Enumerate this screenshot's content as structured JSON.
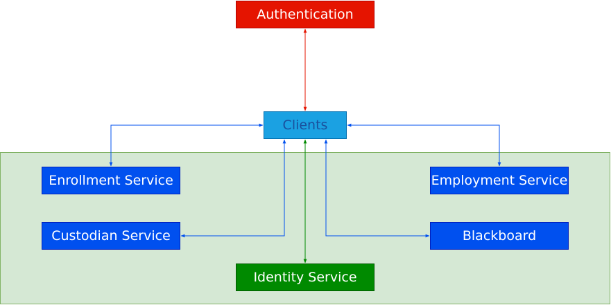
{
  "nodes": {
    "authentication": "Authentication",
    "clients": "Clients",
    "enrollment": "Enrollment Service",
    "employment": "Employment Service",
    "custodian": "Custodian Service",
    "blackboard": "Blackboard",
    "identity": "Identity Service"
  },
  "colors": {
    "authentication": "#e51400",
    "clients": "#1ba1e2",
    "service": "#0050ef",
    "identity": "#008a00",
    "zone": "#d5e8d4",
    "link_red": "#e51400",
    "link_blue": "#0050ef",
    "link_green": "#008a00"
  }
}
